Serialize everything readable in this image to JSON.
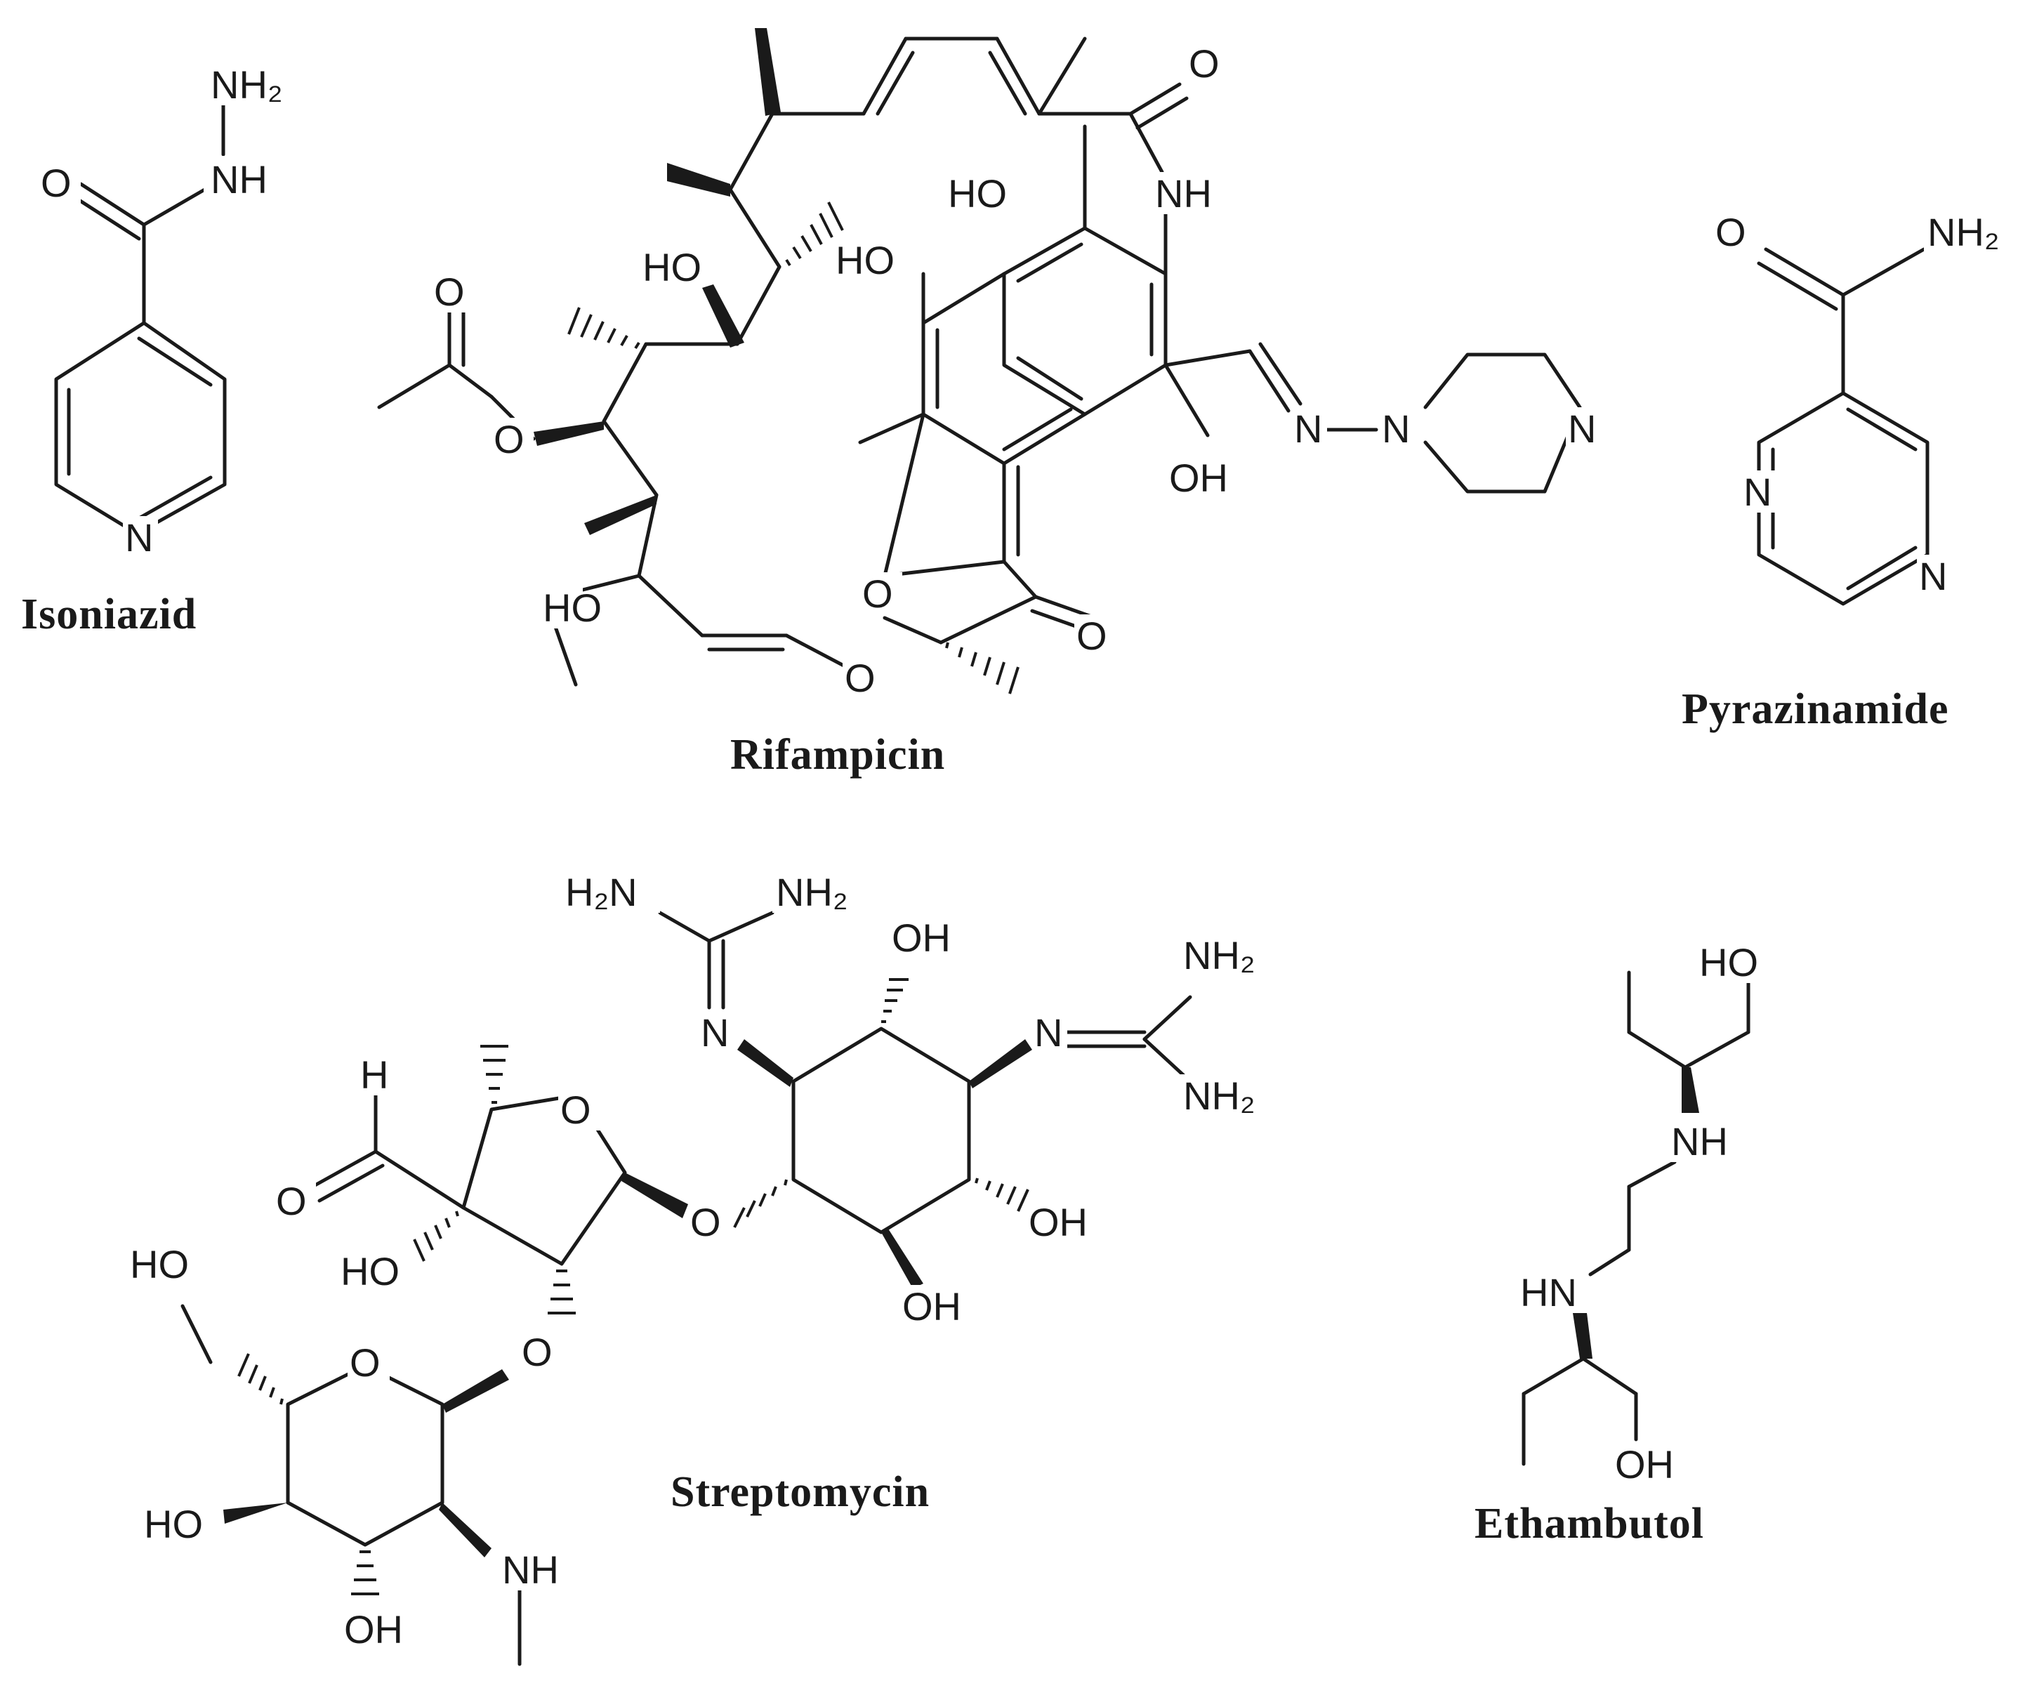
{
  "compounds": [
    {
      "name": "Isoniazid",
      "labels": [
        "NH₂",
        "NH",
        "O",
        "N"
      ]
    },
    {
      "name": "Rifampicin",
      "labels": [
        "O",
        "NH",
        "HO",
        "HO",
        "HO",
        "O",
        "O",
        "OH",
        "O",
        "O",
        "O",
        "N",
        "N",
        "N",
        "HO"
      ]
    },
    {
      "name": "Pyrazinamide",
      "labels": [
        "O",
        "NH₂",
        "N",
        "N"
      ]
    },
    {
      "name": "Streptomycin",
      "labels": [
        "H₂N",
        "NH₂",
        "OH",
        "NH₂",
        "NH₂",
        "N",
        "N",
        "H",
        "O",
        "O",
        "HO",
        "O",
        "OH",
        "OH",
        "HO",
        "O",
        "O",
        "HO",
        "NH",
        "OH"
      ]
    },
    {
      "name": "Ethambutol",
      "labels": [
        "HO",
        "NH",
        "HN",
        "OH"
      ]
    }
  ]
}
